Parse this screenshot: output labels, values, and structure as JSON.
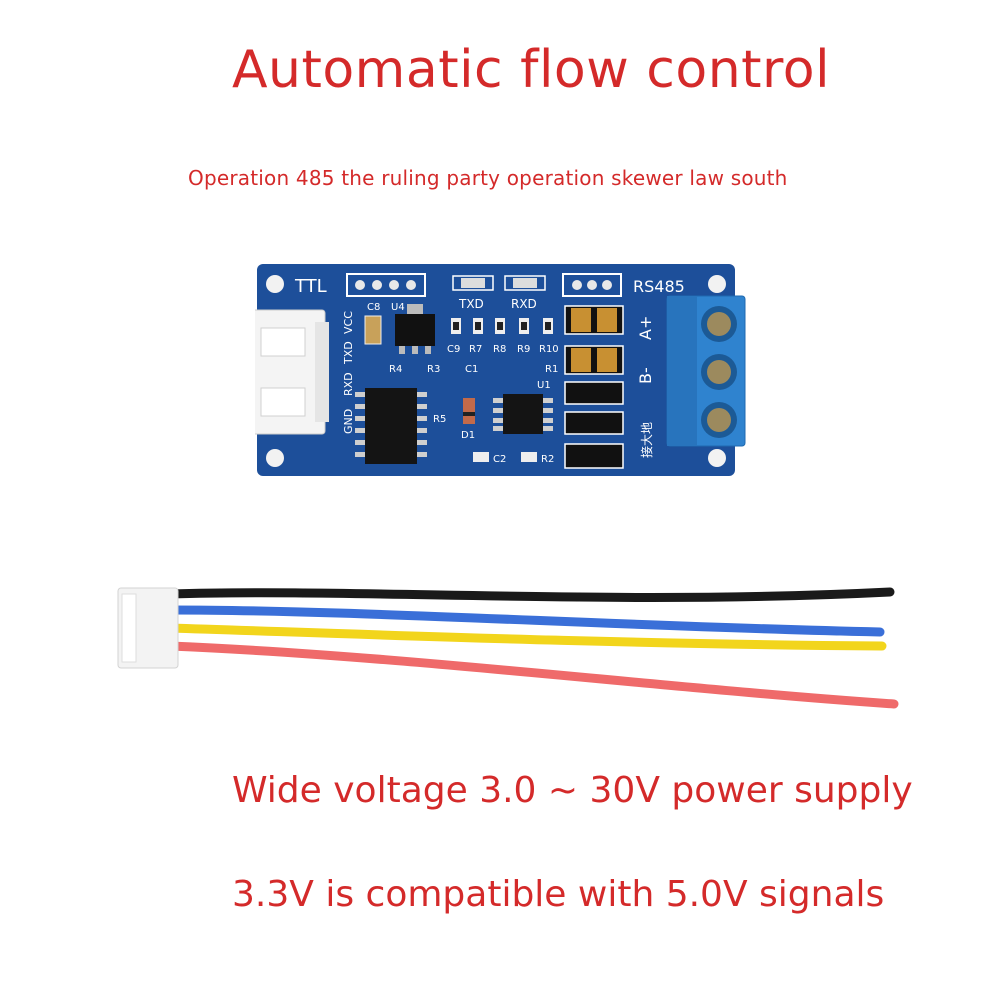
{
  "title": "Automatic flow control",
  "subtitle": "Operation 485 the ruling party operation skewer law south",
  "board": {
    "label_ttl": "TTL",
    "label_rs485": "RS485",
    "label_txd": "TXD",
    "label_rxd": "RXD",
    "pin_labels": [
      "GND",
      "RXD",
      "TXD",
      "VCC"
    ],
    "terminal_labels": [
      "A+",
      "B-",
      "接大地"
    ],
    "silk": [
      "C8",
      "U4",
      "C9",
      "R7",
      "R8",
      "R9",
      "R10",
      "R3",
      "R4",
      "C1",
      "R1",
      "U1",
      "D1",
      "R5",
      "C2",
      "R2"
    ]
  },
  "features": [
    "Wide voltage 3.0 ~ 30V power supply",
    "3.3V is compatible with 5.0V signals"
  ],
  "colors": {
    "text_red": "#d42a2a",
    "pcb_blue": "#1d4f9a",
    "terminal_blue": "#2f83cf",
    "wire_black": "#1a1a1a",
    "wire_blue": "#3a6fd8",
    "wire_yellow": "#f2d51c",
    "wire_red": "#ef6a6a"
  }
}
